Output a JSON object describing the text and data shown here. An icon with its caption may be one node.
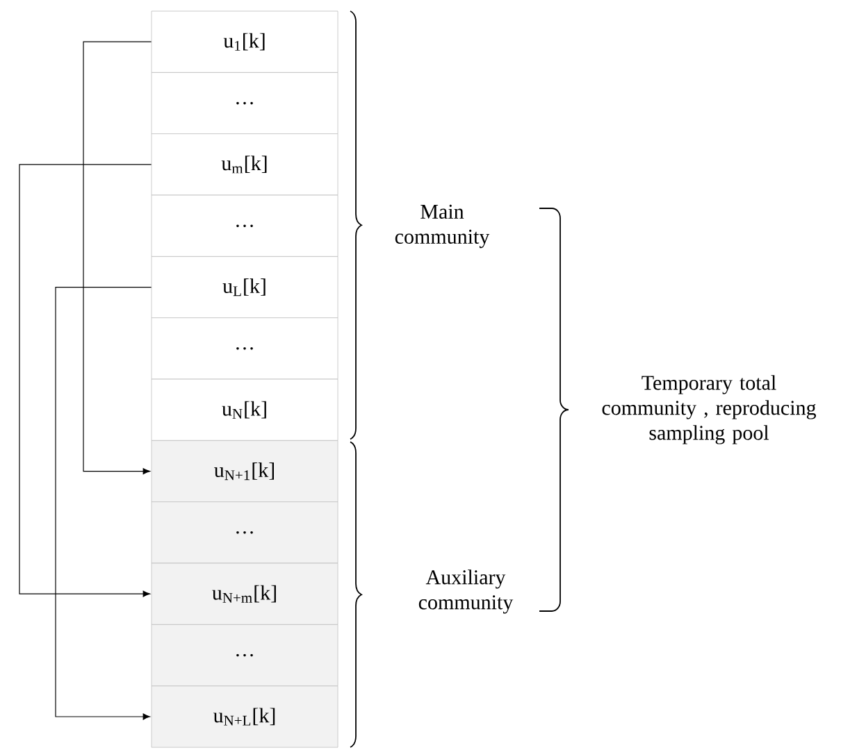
{
  "diagram": {
    "nodes": [
      {
        "text": [
          "u$_{1}$[k]"
        ]
      },
      {
        "text": [
          "…"
        ]
      },
      {
        "text": [
          "u$_{m}$[k]"
        ]
      },
      {
        "text": [
          "…"
        ]
      },
      {
        "text": [
          "u$_{L}$[k]"
        ]
      },
      {
        "text": [
          "…"
        ]
      },
      {
        "text": [
          "u$_{N}$[k]"
        ]
      },
      {
        "text": [
          "u$_{N+1}$[k]"
        ]
      },
      {
        "text": [
          "…"
        ]
      },
      {
        "text": [
          "u$_{N+m}$[k]"
        ]
      },
      {
        "text": [
          "…"
        ]
      },
      {
        "text": [
          "u$_{N+L}$[k]"
        ]
      }
    ],
    "edges": [
      {
        "from": 0,
        "to": 7,
        "arrow": "to"
      },
      {
        "from": 2,
        "to": 9,
        "arrow": "to"
      },
      {
        "from": 4,
        "to": 11,
        "arrow": "to"
      }
    ],
    "labels": [
      "Main community",
      "Auxiliary community",
      "Temporary total community , reproducing sampling pool"
    ]
  }
}
